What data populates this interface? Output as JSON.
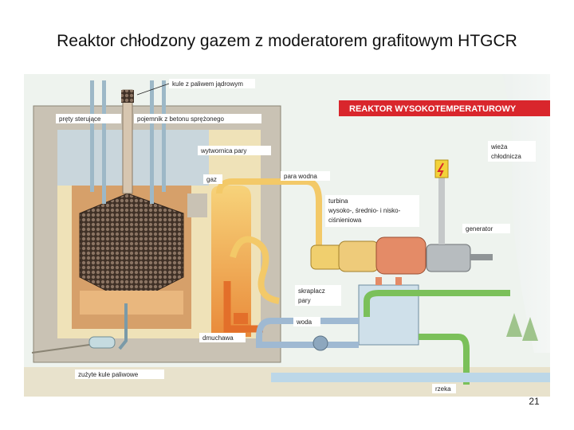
{
  "slide": {
    "title": "Reaktor chłodzony gazem z moderatorem grafitowym HTGCR",
    "page_number": "21"
  },
  "diagram": {
    "banner": "REAKTOR WYSOKOTEMPERATUROWY",
    "labels": {
      "fuel_balls": "kule z paliwem jądrowym",
      "control_rods": "pręty sterujące",
      "concrete_vessel": "pojemnik z betonu sprężonego",
      "steam_generator": "wytwornica pary",
      "gas": "gaz",
      "steam": "para wodna",
      "turbine_line1": "turbina",
      "turbine_line2": "wysoko-, średnio- i nisko-",
      "turbine_line3": "ciśnieniowa",
      "generator": "generator",
      "cooling_tower_line1": "wieża",
      "cooling_tower_line2": "chłodnicza",
      "condenser_line1": "skraplacz",
      "condenser_line2": "pary",
      "water": "woda",
      "blower": "dmuchawa",
      "spent_fuel": "zużyte kule paliwowe",
      "river": "rzeka"
    },
    "colors": {
      "background": "#eef3ee",
      "concrete": "#c9c2b4",
      "core": "#5a4636",
      "hot_gas": "#f2b54c",
      "steam_pipe": "#f3c968",
      "cold_pipe": "#9fb9d2",
      "cooling_loop": "#7bc05a",
      "banner": "#d9262c",
      "river": "#bcd7e8"
    }
  }
}
